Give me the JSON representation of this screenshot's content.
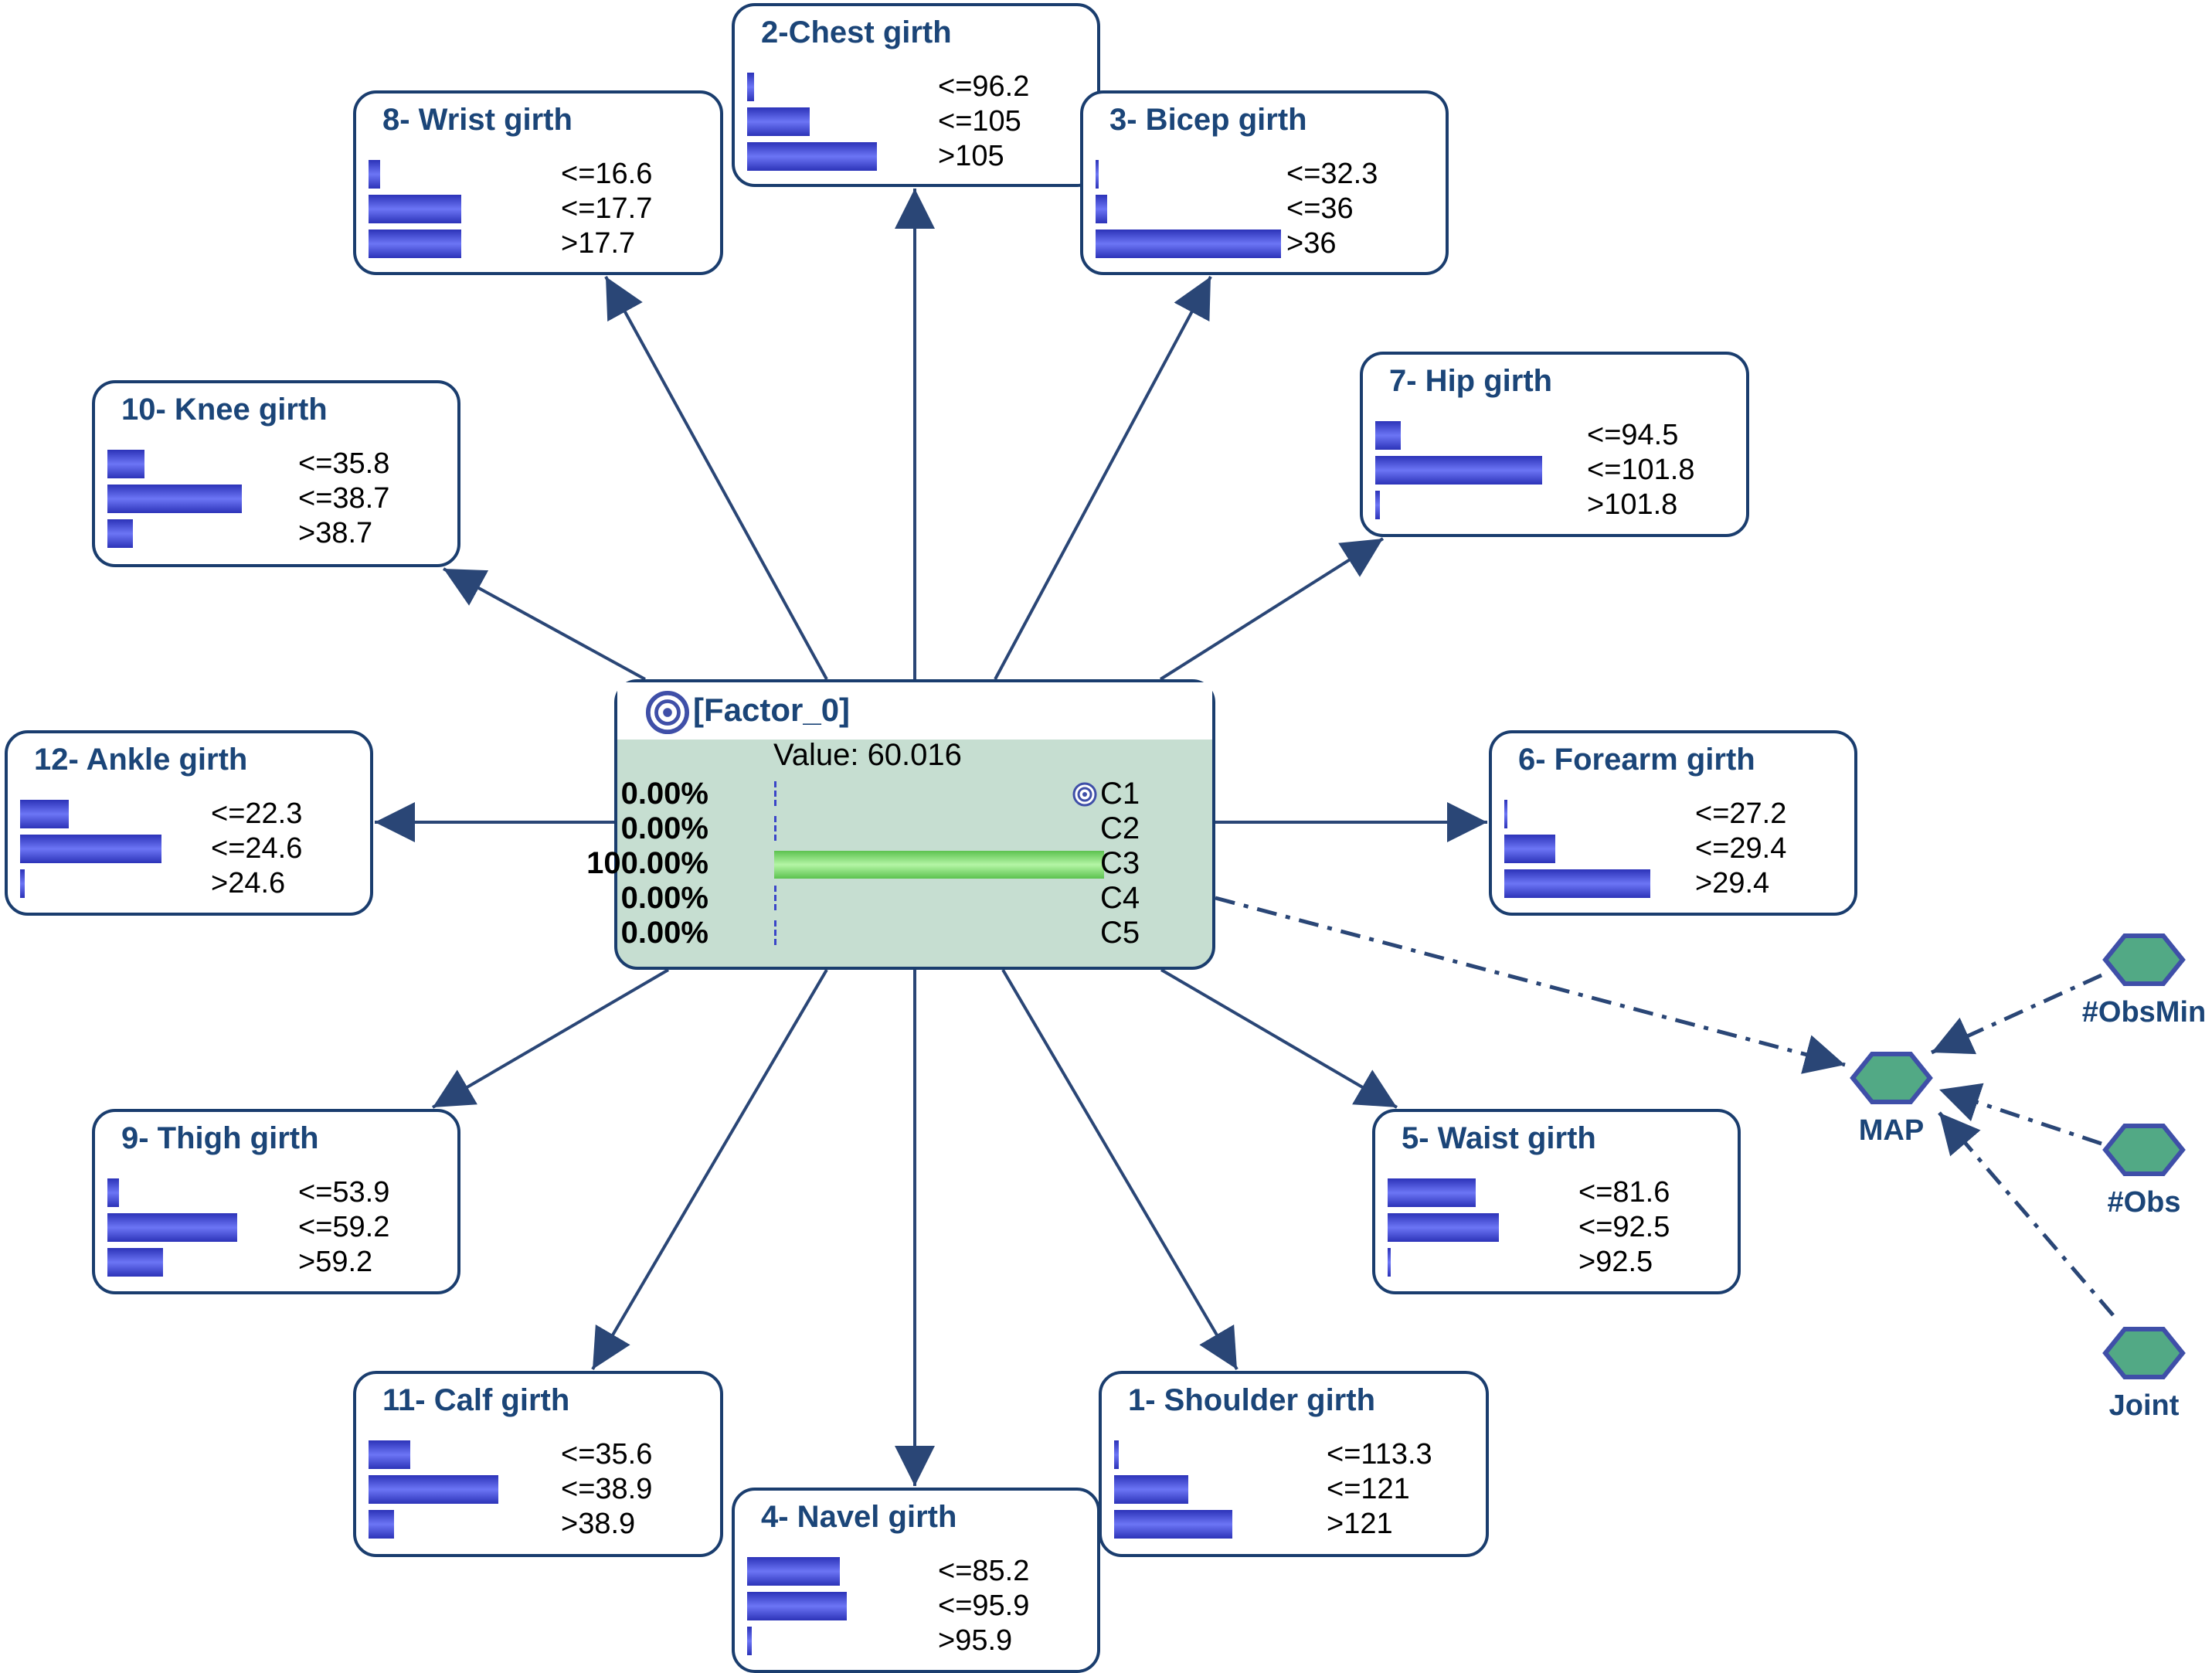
{
  "factor": {
    "title": "[Factor_0]",
    "icon": "target-icon",
    "value_label": "Value: 60.016",
    "states": [
      {
        "pct": "0.00%",
        "prob": 0.0,
        "label": "C1",
        "target": true
      },
      {
        "pct": "0.00%",
        "prob": 0.0,
        "label": "C2",
        "target": false
      },
      {
        "pct": "100.00%",
        "prob": 1.0,
        "label": "C3",
        "target": false
      },
      {
        "pct": "0.00%",
        "prob": 0.0,
        "label": "C4",
        "target": false
      },
      {
        "pct": "0.00%",
        "prob": 0.0,
        "label": "C5",
        "target": false
      }
    ]
  },
  "nodes": [
    {
      "id": "chest",
      "title": "2-Chest girth",
      "states": [
        {
          "label": "<=96.2",
          "prob": 0.03
        },
        {
          "label": "<=105",
          "prob": 0.27
        },
        {
          "label": ">105",
          "prob": 0.56
        }
      ]
    },
    {
      "id": "wrist",
      "title": "8- Wrist girth",
      "states": [
        {
          "label": "<=16.6",
          "prob": 0.05
        },
        {
          "label": "<=17.7",
          "prob": 0.4
        },
        {
          "label": ">17.7",
          "prob": 0.4
        }
      ]
    },
    {
      "id": "bicep",
      "title": "3- Bicep girth",
      "states": [
        {
          "label": "<=32.3",
          "prob": 0.01
        },
        {
          "label": "<=36",
          "prob": 0.05
        },
        {
          "label": ">36",
          "prob": 0.8
        }
      ]
    },
    {
      "id": "hip",
      "title": "7- Hip girth",
      "states": [
        {
          "label": "<=94.5",
          "prob": 0.11
        },
        {
          "label": "<=101.8",
          "prob": 0.72
        },
        {
          "label": ">101.8",
          "prob": 0.02
        }
      ]
    },
    {
      "id": "knee",
      "title": "10- Knee girth",
      "states": [
        {
          "label": "<=35.8",
          "prob": 0.16
        },
        {
          "label": "<=38.7",
          "prob": 0.58
        },
        {
          "label": ">38.7",
          "prob": 0.11
        }
      ]
    },
    {
      "id": "ankle",
      "title": "12- Ankle girth",
      "states": [
        {
          "label": "<=22.3",
          "prob": 0.21
        },
        {
          "label": "<=24.6",
          "prob": 0.61
        },
        {
          "label": ">24.6",
          "prob": 0.02
        }
      ]
    },
    {
      "id": "forearm",
      "title": "6- Forearm girth",
      "states": [
        {
          "label": "<=27.2",
          "prob": 0.01
        },
        {
          "label": "<=29.4",
          "prob": 0.22
        },
        {
          "label": ">29.4",
          "prob": 0.63
        }
      ]
    },
    {
      "id": "thigh",
      "title": "9- Thigh girth",
      "states": [
        {
          "label": "<=53.9",
          "prob": 0.05
        },
        {
          "label": "<=59.2",
          "prob": 0.56
        },
        {
          "label": ">59.2",
          "prob": 0.24
        }
      ]
    },
    {
      "id": "waist",
      "title": "5- Waist girth",
      "states": [
        {
          "label": "<=81.6",
          "prob": 0.38
        },
        {
          "label": "<=92.5",
          "prob": 0.48
        },
        {
          "label": ">92.5",
          "prob": 0.01
        }
      ]
    },
    {
      "id": "calf",
      "title": "11- Calf girth",
      "states": [
        {
          "label": "<=35.6",
          "prob": 0.18
        },
        {
          "label": "<=38.9",
          "prob": 0.56
        },
        {
          "label": ">38.9",
          "prob": 0.11
        }
      ]
    },
    {
      "id": "shoulder",
      "title": "1- Shoulder girth",
      "states": [
        {
          "label": "<=113.3",
          "prob": 0.02
        },
        {
          "label": "<=121",
          "prob": 0.32
        },
        {
          "label": ">121",
          "prob": 0.51
        }
      ]
    },
    {
      "id": "navel",
      "title": "4- Navel girth",
      "states": [
        {
          "label": "<=85.2",
          "prob": 0.4
        },
        {
          "label": "<=95.9",
          "prob": 0.43
        },
        {
          "label": ">95.9",
          "prob": 0.02
        }
      ]
    }
  ],
  "utility_nodes": [
    {
      "id": "map",
      "label": "MAP"
    },
    {
      "id": "obsmin",
      "label": "#ObsMin"
    },
    {
      "id": "obs",
      "label": "#Obs"
    },
    {
      "id": "joint",
      "label": "Joint"
    }
  ],
  "colors": {
    "edge": "#2a4676",
    "node_border": "#1a3d6e",
    "title_text": "#1b4578",
    "factor_bg": "#c6ded1",
    "hex_fill": "#52a985",
    "hex_stroke": "#3f4fa8",
    "bar_blue": "#4a52e0",
    "bar_green": "#7ed36b"
  }
}
